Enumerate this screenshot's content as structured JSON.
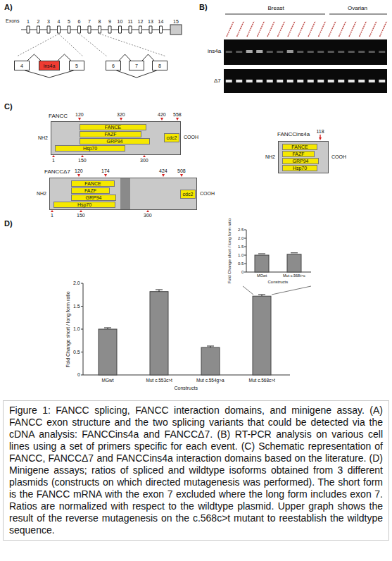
{
  "diagram": {
    "caption": "Figure 1: FANCC splicing, FANCC interaction domains, and minigene assay. (A) FANCC exon structure and the two splicing variants that could be detected via the cDNA analysis: FANCCins4a and FANCCΔ7. (B) RT-PCR analysis on various cell lines using a set of primers specific for each event. (C) Schematic representation of FANCC, FANCCΔ7 and FANCCins4a interaction domains based on the literature. (D) Minigene assays; ratios of spliced and wildtype isoforms obtained from 3 different plasmids (constructs on which directed mutagenesis was performed). The short form is the FANCC mRNA with the exon 7 excluded where the long form includes exon 7. Ratios are normalized with respect to the wildtype plasmid. Upper graph shows the result of the reverse mutagenesis on the c.568c>t mutant to reestablish the wildtype sequence.",
    "nodes": [
      {
        "text": [
          "4"
        ]
      },
      {
        "text": [
          "ins4a"
        ]
      },
      {
        "text": [
          "5"
        ]
      },
      {
        "text": [
          "6"
        ]
      },
      {
        "text": [
          "7"
        ]
      },
      {
        "text": [
          "8"
        ]
      },
      {
        "text": [
          "FANCC"
        ]
      },
      {
        "text": [
          "FANCE"
        ],
        "in": 6
      },
      {
        "text": [
          "FAZF"
        ],
        "in": 6
      },
      {
        "text": [
          "GRP94"
        ],
        "in": 6
      },
      {
        "text": [
          "Hsp70"
        ],
        "in": 6
      },
      {
        "text": [
          "cdc2"
        ],
        "in": 6
      },
      {
        "text": [
          "FANCCins4a"
        ]
      },
      {
        "text": [
          "FANCE"
        ],
        "in": 12
      },
      {
        "text": [
          "FAZF"
        ],
        "in": 12
      },
      {
        "text": [
          "GRP94"
        ],
        "in": 12
      },
      {
        "text": [
          "Hsp70"
        ],
        "in": 12
      },
      {
        "text": [
          "FANCCΔ7"
        ]
      },
      {
        "text": [
          "FANCE"
        ],
        "in": 17
      },
      {
        "text": [
          "FAZF"
        ],
        "in": 17
      },
      {
        "text": [
          "GRP94"
        ],
        "in": 17
      },
      {
        "text": [
          "Hsp70"
        ],
        "in": 17
      },
      {
        "text": [
          "cdc2"
        ],
        "in": 17
      }
    ],
    "edges": [
      {
        "from": 0,
        "to": 1,
        "arrow": "none"
      },
      {
        "from": 1,
        "to": 2,
        "arrow": "none"
      },
      {
        "from": 0,
        "to": 2,
        "arrow": "none"
      },
      {
        "from": 3,
        "to": 4,
        "arrow": "none"
      },
      {
        "from": 4,
        "to": 5,
        "arrow": "none"
      },
      {
        "from": 3,
        "to": 5,
        "arrow": "none"
      }
    ],
    "labels": [
      "A)",
      "Exons",
      "1",
      "2",
      "3",
      "4",
      "5",
      "6",
      "7",
      "8",
      "9",
      "10",
      "11",
      "12",
      "13",
      "14",
      "15",
      "B)",
      "Breast",
      "Ovarian",
      "ins4a",
      "Δ7",
      "C)",
      "NH2",
      "COOH",
      "120",
      "320",
      "420",
      "558",
      "1",
      "150",
      "300",
      "NH2",
      "COOH",
      "118",
      "NH2",
      "COOH",
      "120",
      "174",
      "424",
      "508",
      "1",
      "150",
      "300",
      "D)",
      "2.0",
      "1.5",
      "1.0",
      "0.5",
      "0",
      "MGwt",
      "Mut c.553c>t",
      "Mut c.554g>a",
      "Mut c.568c>t",
      "Constructs",
      "Fold Change short / long form ratio",
      "2.5",
      "2.0",
      "1.5",
      "1.0",
      "0.5",
      "0",
      "MGwt",
      "Mut c.568t>c",
      "Constructs",
      "Fold Change short / long form ratio"
    ]
  }
}
